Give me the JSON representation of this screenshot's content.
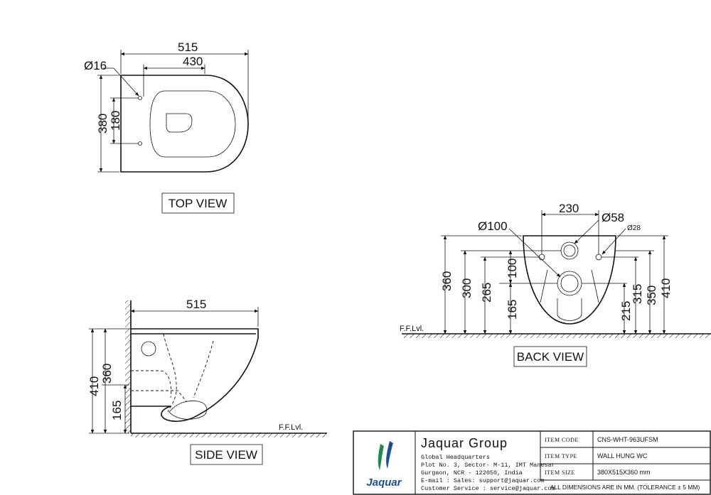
{
  "views": {
    "top": {
      "label": "TOP VIEW",
      "dims": {
        "length_overall": "515",
        "length_inner": "430",
        "width": "380",
        "hole_spacing": "180",
        "hole_dia": "Ø16"
      }
    },
    "side": {
      "label": "SIDE VIEW",
      "dims": {
        "length": "515",
        "height_total": "410",
        "height_body": "360",
        "height_outlet": "165"
      },
      "floor_label": "F.F.Lvl."
    },
    "back": {
      "label": "BACK VIEW",
      "dims": {
        "hole_spacing": "230",
        "inlet_dia": "Ø58",
        "outlet_dia": "Ø100",
        "small_dia": "Ø28",
        "h360": "360",
        "h300": "300",
        "h265": "265",
        "h100": "100",
        "h165": "165",
        "h215": "215",
        "h315": "315",
        "h350": "350",
        "h410": "410"
      },
      "floor_label": "F.F.Lvl."
    }
  },
  "title_block": {
    "company": "Jaquar Group",
    "brand": "Jaquar",
    "address_lines": [
      "Global Headquarters",
      "Plot No. 3, Sector- M-11, IMT Manesar",
      "Gurgaon, NCR - 122050, India",
      "E-mail : Sales: support@jaquar.com",
      "Customer Service : service@jaquar.com"
    ],
    "fields": [
      {
        "label": "ITEM CODE",
        "value": "CNS-WHT-963UFSM"
      },
      {
        "label": "ITEM TYPE",
        "value": "WALL HUNG WC"
      },
      {
        "label": "ITEM SIZE",
        "value": "380X515X360 mm"
      }
    ],
    "note": "ALL DIMENSIONS ARE IN MM. (TOLERANCE ± 5 MM)",
    "colors": {
      "logo_green": "#1e8a4a",
      "logo_blue": "#1a4f9c"
    }
  }
}
